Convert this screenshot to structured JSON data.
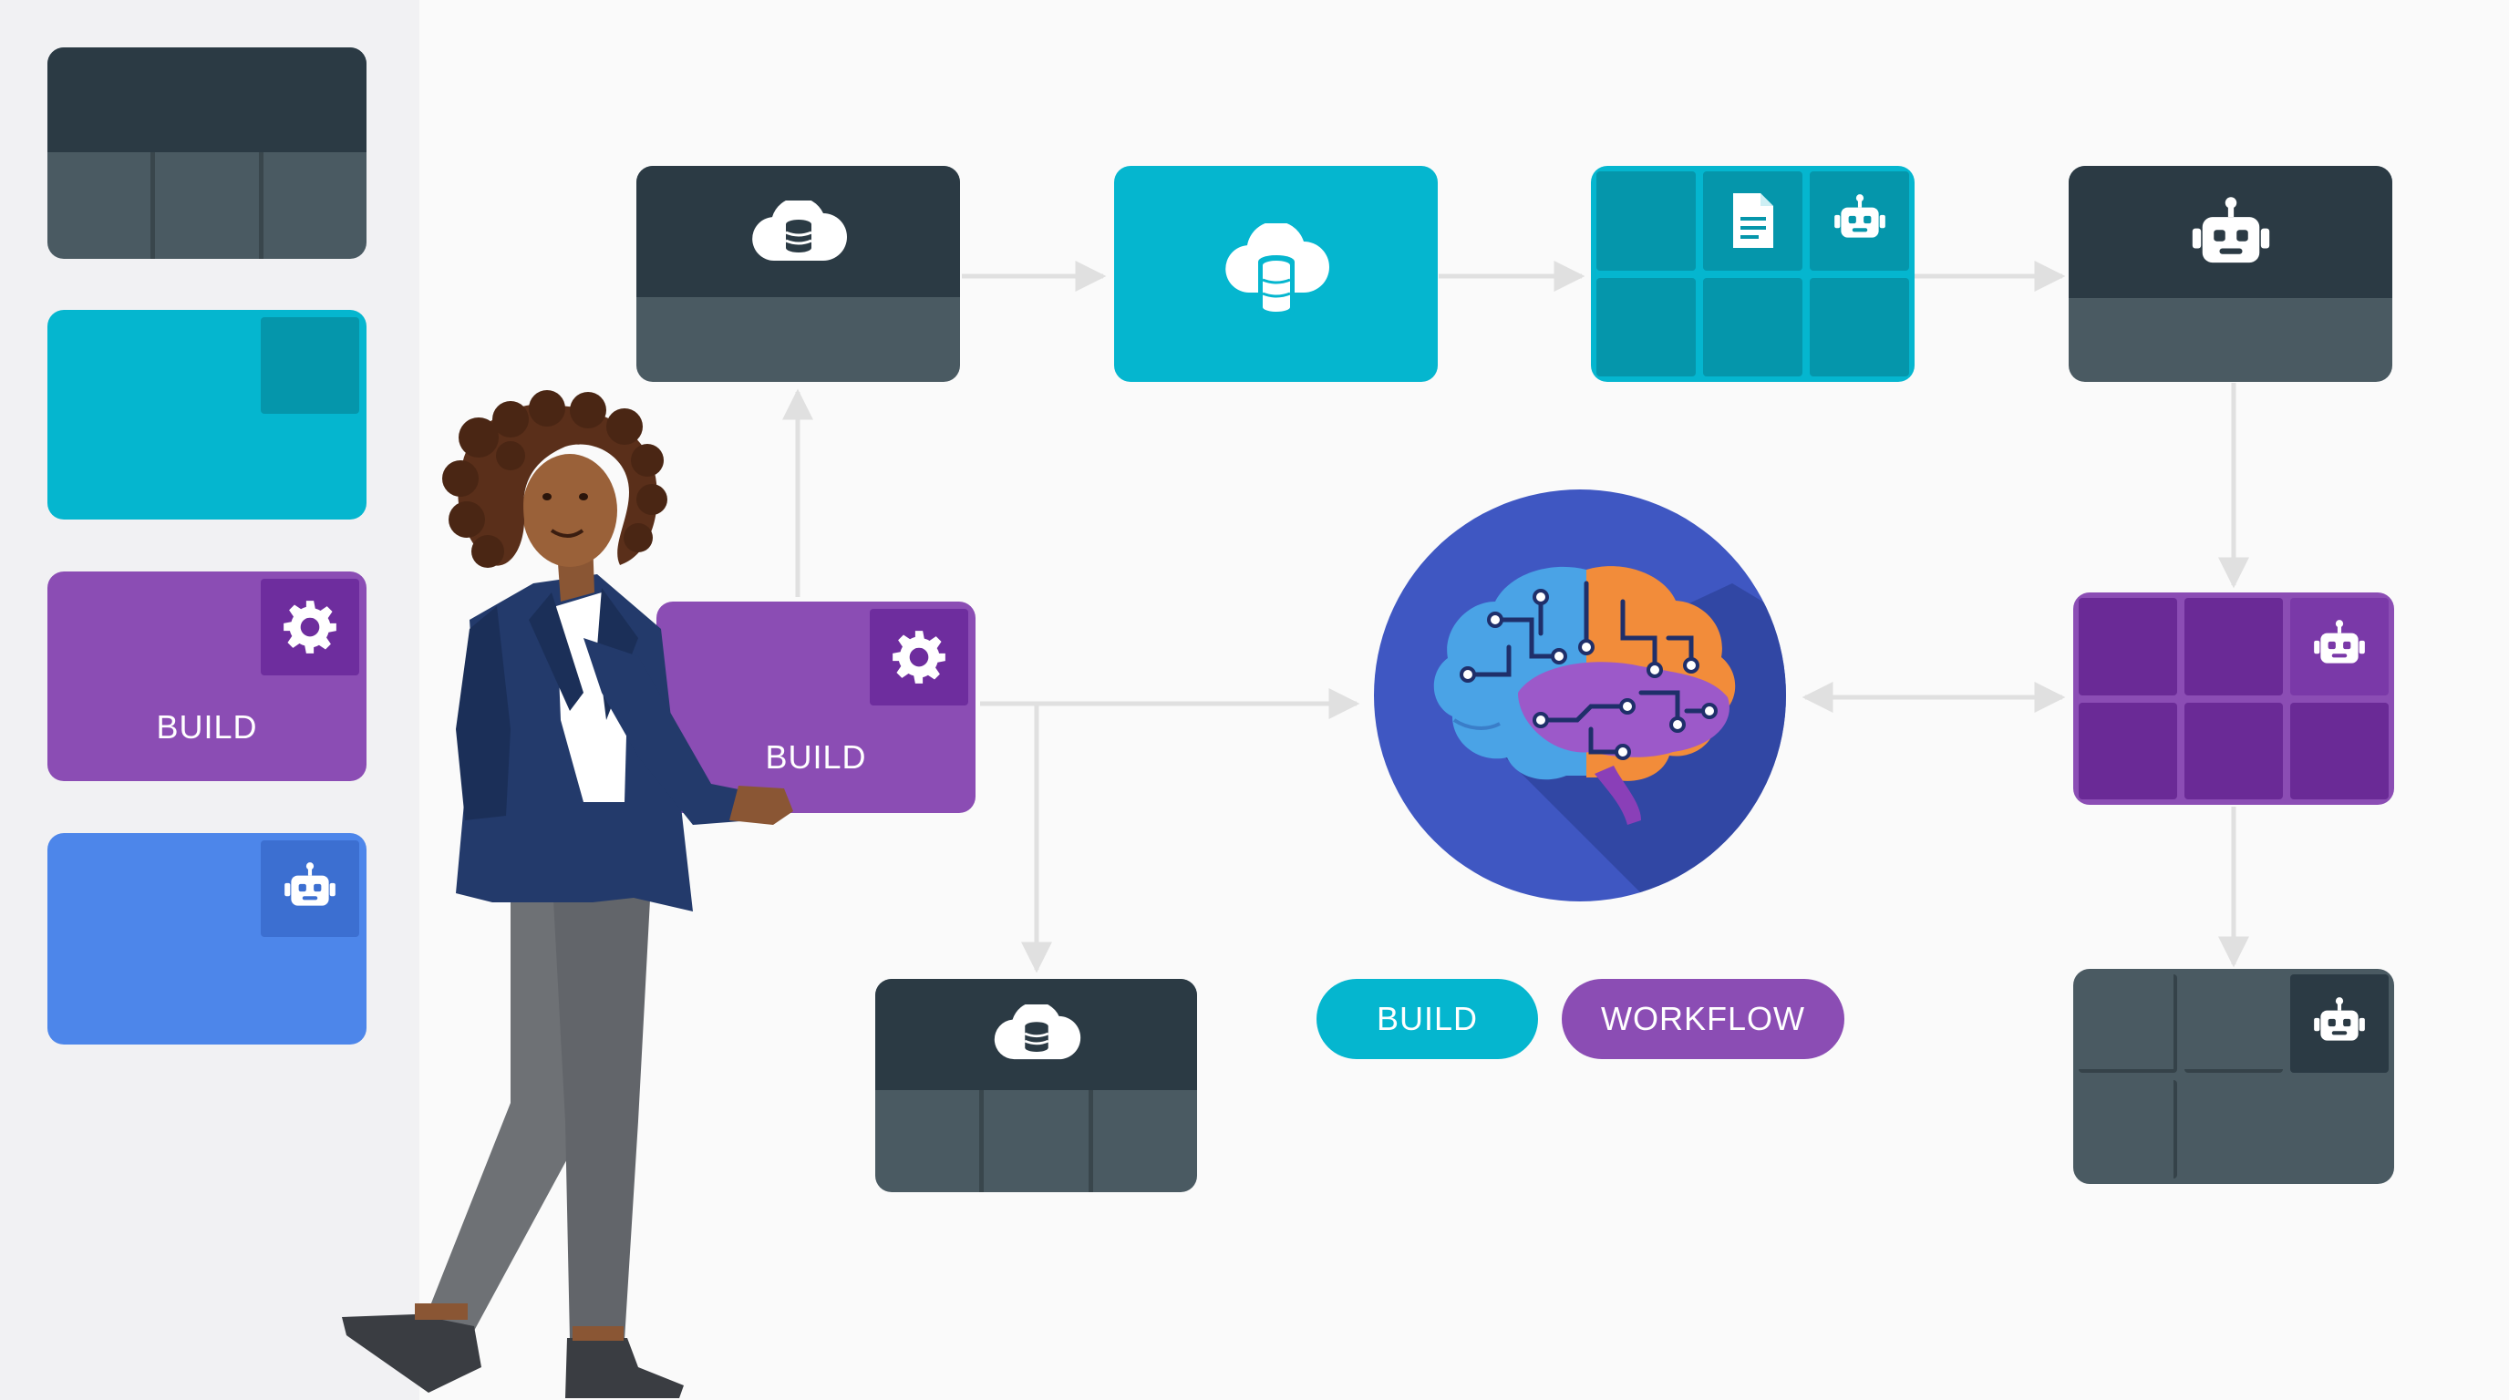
{
  "colors": {
    "dark": "#2b3a44",
    "dark_lower": "#4a5a62",
    "teal": "#05b6cf",
    "teal_cell": "#0596ab",
    "purple": "#8b4db4",
    "purple_dark": "#6e2d9e",
    "purple_cell": "#6a2a96",
    "blue": "#4d86ea",
    "brain_circle": "#3f57c2",
    "arrow": "#e0e0e0"
  },
  "sidebar": {
    "items": [
      {
        "style": "dark-split",
        "icon": "none"
      },
      {
        "style": "teal-corner",
        "icon": "none"
      },
      {
        "style": "purple-gear",
        "label": "BUILD",
        "icon": "gear-icon"
      },
      {
        "style": "blue-robot",
        "icon": "robot-icon"
      }
    ]
  },
  "diagram": {
    "nodes": {
      "cloud_storage_dark": {
        "icon": "cloud-database-icon"
      },
      "cloud_storage_teal": {
        "icon": "cloud-database-icon"
      },
      "teal_grid": {
        "icons": [
          "document-icon",
          "robot-icon"
        ]
      },
      "robot_dark": {
        "icon": "robot-icon"
      },
      "build_block": {
        "label": "BUILD",
        "icon": "gear-icon"
      },
      "brain_hub": {
        "icon": "brain-circuit-icon"
      },
      "purple_grid": {
        "icon": "robot-icon"
      },
      "cloud_storage_bottom": {
        "icon": "cloud-database-icon"
      },
      "grey_grid": {
        "icon": "robot-icon"
      }
    },
    "pills": {
      "build": "BUILD",
      "workflow": "WORKFLOW"
    }
  },
  "illustration": {
    "subject": "person-carrying-block"
  }
}
